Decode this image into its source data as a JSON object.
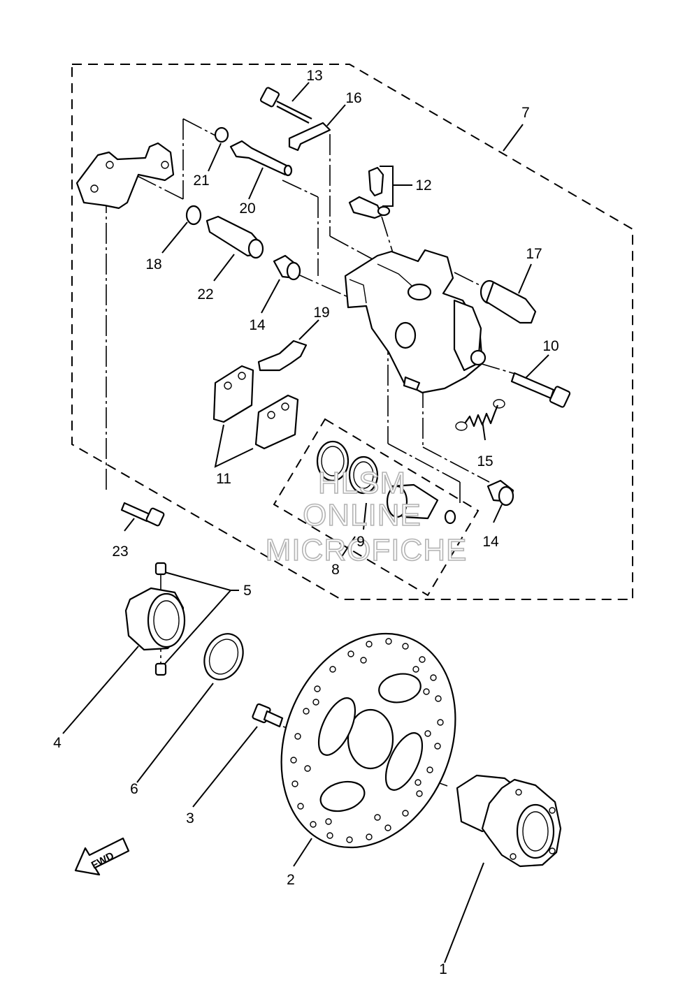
{
  "callouts": {
    "c1": "1",
    "c2": "2",
    "c3": "3",
    "c4": "4",
    "c5": "5",
    "c6": "6",
    "c7": "7",
    "c8": "8",
    "c9": "9",
    "c10": "10",
    "c11": "11",
    "c12": "12",
    "c13": "13",
    "c14a": "14",
    "c14b": "14",
    "c15": "15",
    "c16": "16",
    "c17": "17",
    "c18": "18",
    "c19": "19",
    "c20": "20",
    "c21": "21",
    "c22": "22",
    "c23": "23"
  },
  "watermark": {
    "line1": "HLSM",
    "line2": "ONLINE",
    "line3": "MICROFICHE"
  },
  "fwd_arrow": {
    "label": "FWD"
  }
}
